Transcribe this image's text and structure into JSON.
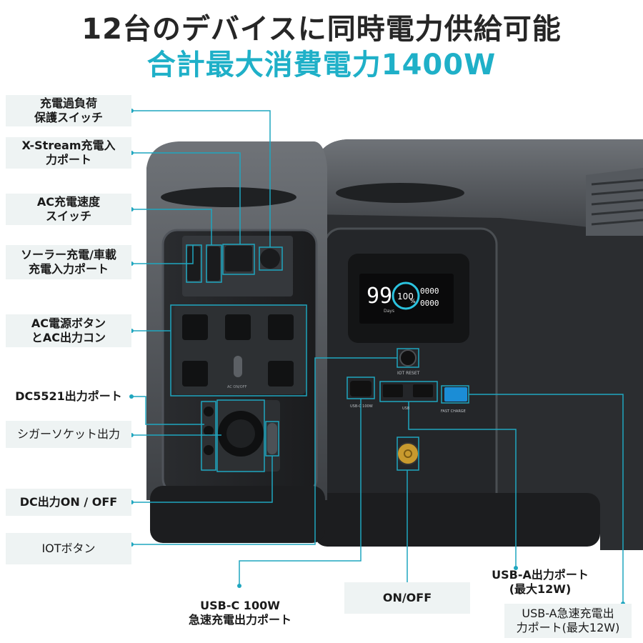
{
  "header": {
    "line1": "12台のデバイスに同時電力供給可能",
    "line2": "合計最大消費電力1400W"
  },
  "labels": {
    "overload": [
      "充電過負荷",
      "保護スイッチ"
    ],
    "xstream": [
      "X-Stream充電入",
      "力ポート"
    ],
    "ac_speed": [
      "AC充電速度",
      "スイッチ"
    ],
    "solar": [
      "ソーラー充電/車載",
      "充電入力ポート"
    ],
    "ac_power": [
      "AC電源ボタン",
      "とAC出力コン"
    ],
    "dc5521": [
      "DC5521出力ポート"
    ],
    "cigar": [
      "シガーソケット出力"
    ],
    "dc_onoff": [
      "DC出力ON / OFF"
    ],
    "iot": [
      "IOTボタン"
    ],
    "usbc": [
      "USB-C 100W",
      "急速充電出力ポート"
    ],
    "onoff": [
      "ON/OFF"
    ],
    "usba": [
      "USB-A出力ポート",
      "(最大12W)"
    ],
    "usba_fast": [
      "USB-A急速充電出",
      "力ポート(最大12W)"
    ]
  },
  "display": {
    "battery": "99",
    "percent": "100",
    "percent_unit": "%",
    "days": "Days",
    "digits_a": "0000",
    "digits_b": "0000"
  },
  "device_text": {
    "iot_reset": "IOT RESET",
    "usbc_port": "USB-C 100W",
    "usb": "USB",
    "fast_charge": "FAST CHARGE",
    "ac_on": "AC ON/OFF"
  },
  "colors": {
    "accent": "#1fb0c8",
    "connector": "#1fa6bf",
    "label_bg": "#eef3f3"
  }
}
